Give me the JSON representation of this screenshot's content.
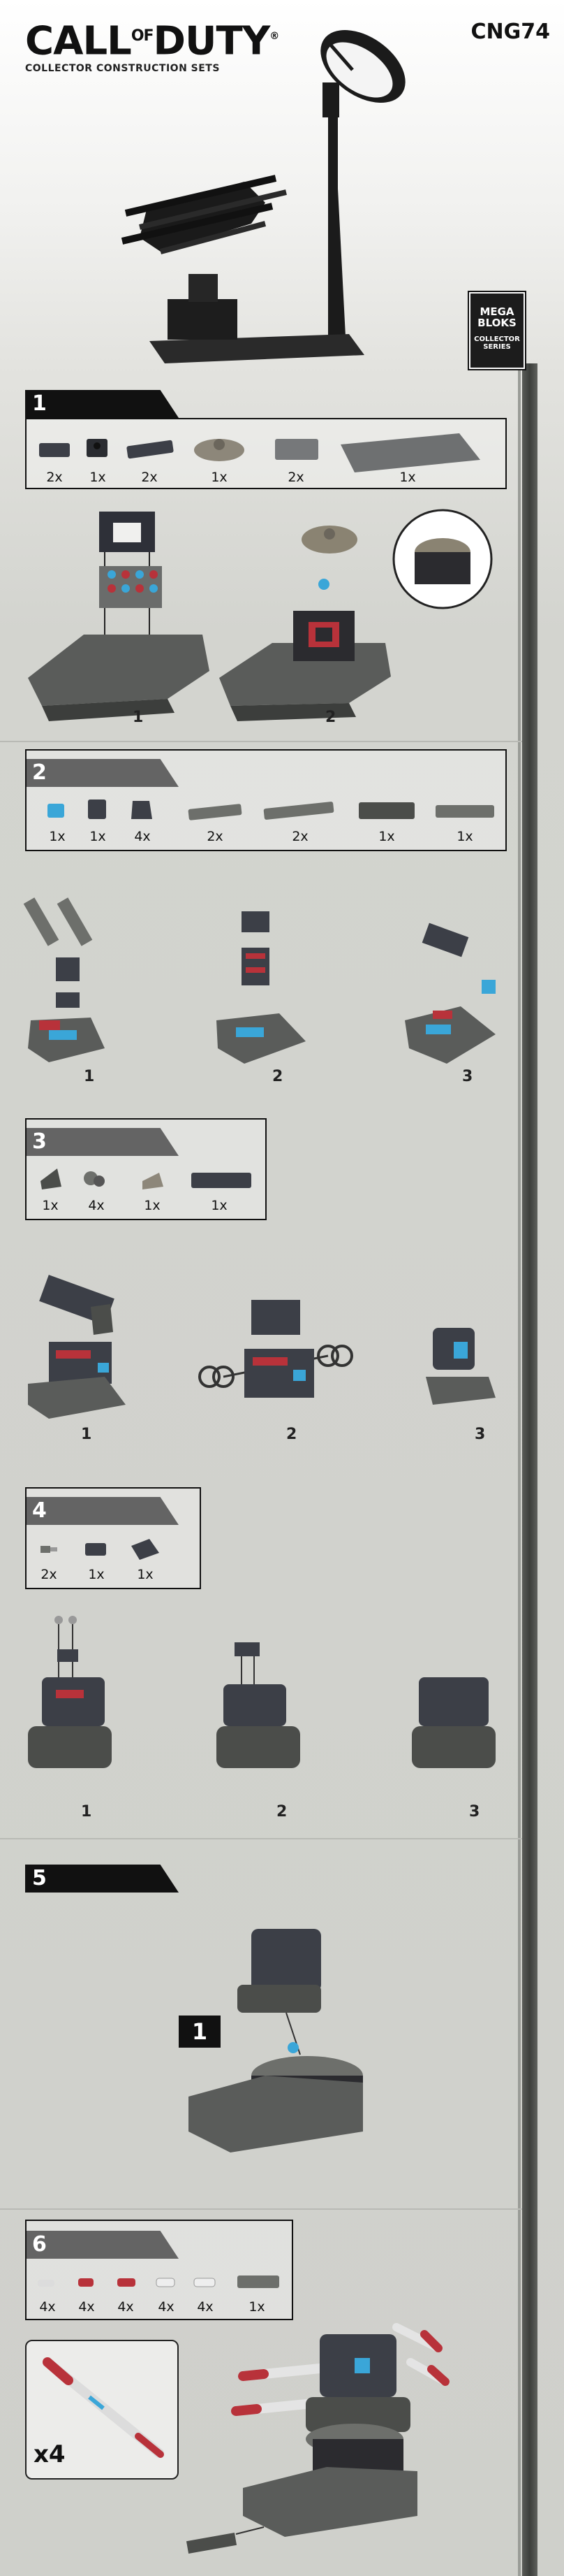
{
  "header": {
    "brand_main": "CALL",
    "brand_of": "OF",
    "brand_end": "DUTY",
    "brand_reg": "®",
    "subtitle": "COLLECTOR CONSTRUCTION SETS",
    "product_code": "CNG74",
    "mega_line1": "MEGA BLOKS",
    "mega_line2": "COLLECTOR SERIES"
  },
  "steps": [
    {
      "number": "1",
      "parts_qty": [
        "2x",
        "1x",
        "2x",
        "1x",
        "2x",
        "1x"
      ],
      "sub_steps": [
        "1",
        "2"
      ]
    },
    {
      "number": "2",
      "parts_qty": [
        "1x",
        "1x",
        "4x",
        "2x",
        "2x",
        "1x",
        "1x"
      ],
      "sub_steps": [
        "1",
        "2",
        "3"
      ]
    },
    {
      "number": "3",
      "parts_qty": [
        "1x",
        "4x",
        "1x",
        "1x"
      ],
      "sub_steps": [
        "1",
        "2",
        "3"
      ]
    },
    {
      "number": "4",
      "parts_qty": [
        "2x",
        "1x",
        "1x"
      ],
      "sub_steps": [
        "1",
        "2",
        "3"
      ]
    },
    {
      "number": "5",
      "callout": "1"
    },
    {
      "number": "6",
      "parts_qty": [
        "4x",
        "4x",
        "4x",
        "4x",
        "4x",
        "1x"
      ],
      "insert_qty": "x4"
    }
  ],
  "colors": {
    "dark_grey": "#4b4d4a",
    "mid_grey": "#6d6f6b",
    "black": "#141414",
    "accent_red": "#b8323a",
    "accent_blue": "#3aa6d8",
    "tan": "#8a8372"
  }
}
